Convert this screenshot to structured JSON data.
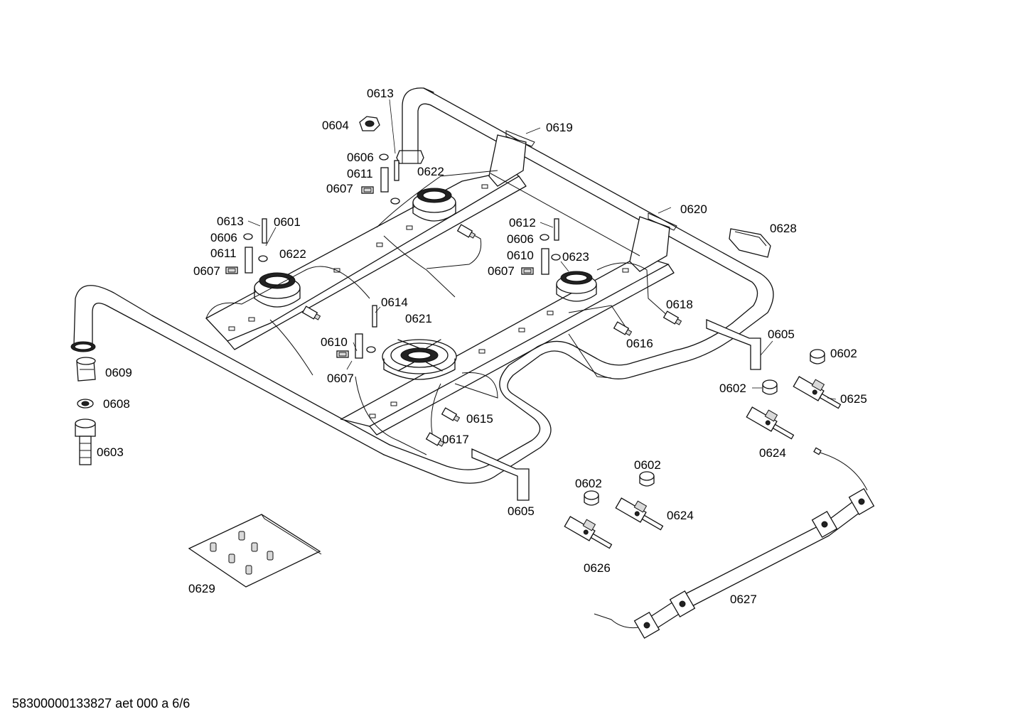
{
  "footer": "58300000133827 aet 000 a 6/6",
  "labels": {
    "l_0613_a": "0613",
    "l_0604": "0604",
    "l_0606_a": "0606",
    "l_0611_a": "0611",
    "l_0607_a": "0607",
    "l_0622_a": "0622",
    "l_0619": "0619",
    "l_0620": "0620",
    "l_0628": "0628",
    "l_0613_b": "0613",
    "l_0601": "0601",
    "l_0606_b": "0606",
    "l_0611_b": "0611",
    "l_0622_b": "0622",
    "l_0607_b": "0607",
    "l_0612": "0612",
    "l_0606_c": "0606",
    "l_0610_a": "0610",
    "l_0623": "0623",
    "l_0607_c": "0607",
    "l_0618": "0618",
    "l_0614": "0614",
    "l_0621": "0621",
    "l_0610_b": "0610",
    "l_0607_d": "0607",
    "l_0616": "0616",
    "l_0605_a": "0605",
    "l_0602_a": "0602",
    "l_0602_b": "0602",
    "l_0625": "0625",
    "l_0609": "0609",
    "l_0608": "0608",
    "l_0603": "0603",
    "l_0615": "0615",
    "l_0617": "0617",
    "l_0624_a": "0624",
    "l_0605_b": "0605",
    "l_0602_c": "0602",
    "l_0602_d": "0602",
    "l_0624_b": "0624",
    "l_0626": "0626",
    "l_0629": "0629",
    "l_0627": "0627"
  }
}
